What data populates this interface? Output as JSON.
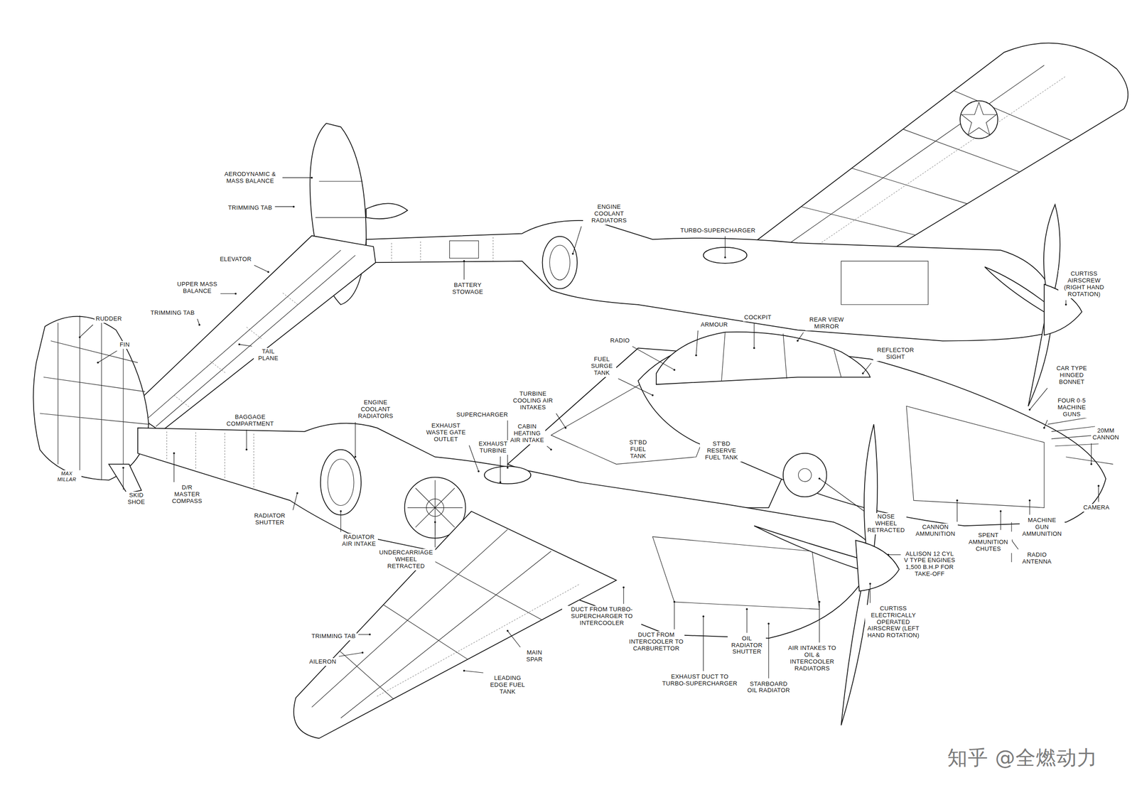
{
  "diagram": {
    "labels": [
      "AERODYNAMIC & MASS BALANCE",
      "TRIMMING TAB",
      "ELEVATOR",
      "UPPER MASS BALANCE",
      "TRIMMING TAB",
      "RUDDER",
      "FIN",
      "TAIL PLANE",
      "MAX MILLAR",
      "SKID SHOE",
      "BAGGAGE COMPARTMENT",
      "D/R MASTER COMPASS",
      "RADIATOR SHUTTER",
      "ENGINE COOLANT RADIATORS",
      "EXHAUST WASTE GATE OUTLET",
      "SUPERCHARGER",
      "EXHAUST TURBINE",
      "RADIATOR AIR INTAKE",
      "UNDERCARRIAGE WHEEL RETRACTED",
      "ENGINE COOLANT RADIATORS",
      "BATTERY STOWAGE",
      "TURBO-SUPERCHARGER",
      "CURTISS AIRSCREW (RIGHT HAND ROTATION)",
      "ARMOUR",
      "COCKPIT",
      "REAR VIEW MIRROR",
      "RADIO",
      "REFLECTOR SIGHT",
      "CAR TYPE HINGED BONNET",
      "FOUR 0·5 MACHINE GUNS",
      "20MM CANNON",
      "FUEL SURGE TANK",
      "TURBINE COOLING AIR INTAKES",
      "CABIN HEATING AIR INTAKE",
      "ST'BD FUEL TANK",
      "ST'BD RESERVE FUEL TANK",
      "NOSE WHEEL RETRACTED",
      "CANNON AMMUNITION",
      "SPENT AMMUNITION CHUTES",
      "MACHINE GUN AMMUNITION",
      "CAMERA",
      "RADIO ANTENNA",
      "ALLISON 12 CYL V TYPE ENGINES 1,500 B.H.P FOR TAKE-OFF",
      "CURTISS ELECTRICALLY OPERATED AIRSCREW (LEFT HAND ROTATION)",
      "AIR INTAKES TO OIL & INTERCOOLER RADIATORS",
      "STARBOARD OIL RADIATOR",
      "OIL RADIATOR SHUTTER",
      "EXHAUST DUCT TO TURBO-SUPERCHARGER",
      "DUCT FROM INTERCOOLER TO CARBURETTOR",
      "DUCT FROM TURBO-SUPERCHARGER TO INTERCOOLER",
      "MAIN SPAR",
      "LEADING EDGE FUEL TANK",
      "TRIMMING TAB",
      "AILERON",
      "知乎 @全燃动力"
    ]
  }
}
